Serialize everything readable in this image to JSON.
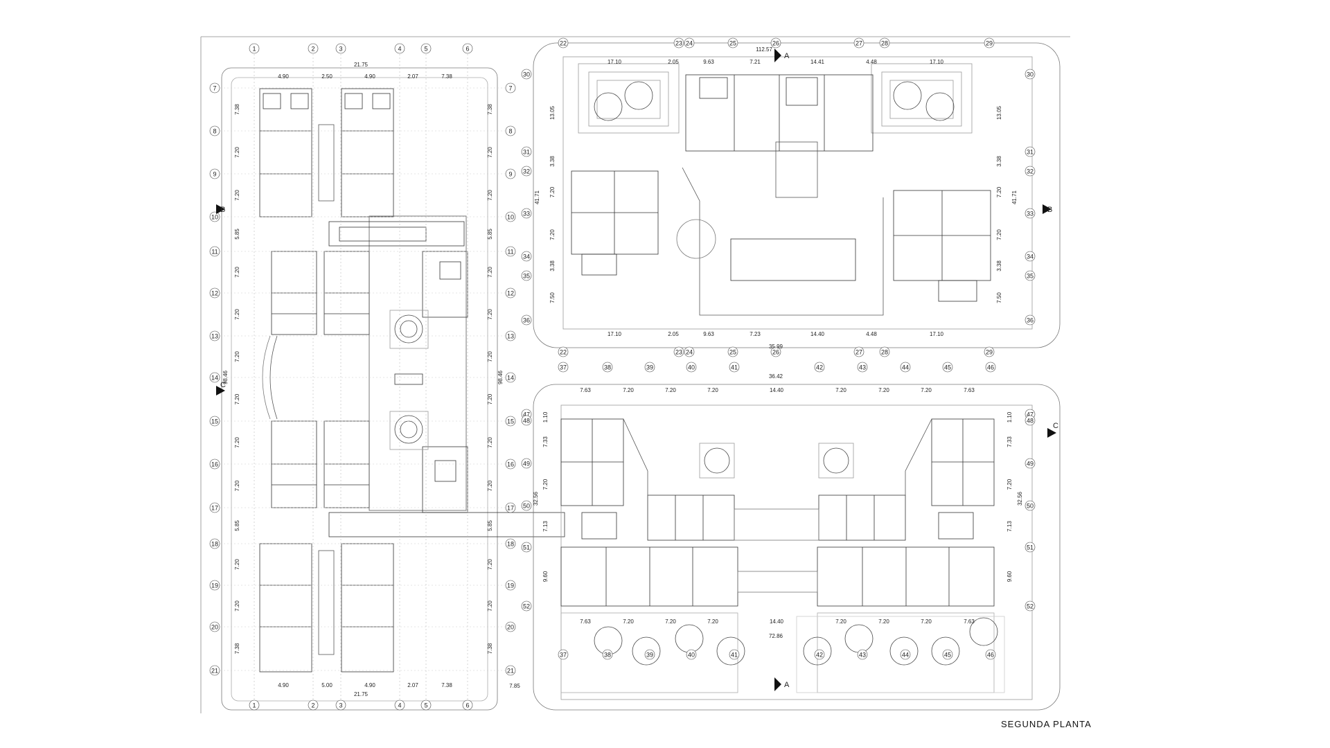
{
  "caption": "SEGUNDA PLANTA",
  "grid_left": {
    "cols": [
      "1",
      "2",
      "3",
      "4",
      "5",
      "6"
    ],
    "rows": [
      "7",
      "8",
      "9",
      "10",
      "11",
      "12",
      "13",
      "14",
      "15",
      "16",
      "17",
      "18",
      "19",
      "20",
      "21"
    ],
    "top_total": "21.75",
    "top_dims": [
      "4.90",
      "2.50",
      "4.90",
      "2.07",
      "7.38"
    ],
    "bottom_total": "21.75",
    "bottom_dims": [
      "4.90",
      "5.00",
      "4.90",
      "2.07",
      "7.38"
    ],
    "side_dims": [
      "7.38",
      "7.20",
      "7.20",
      "5.85",
      "7.20",
      "7.20",
      "7.20",
      "7.20",
      "7.20",
      "7.20",
      "5.85",
      "7.20",
      "7.20",
      "7.38"
    ],
    "overall": "98.46",
    "extra": "7.85"
  },
  "grid_top_right": {
    "cols": [
      "22",
      "23",
      "24",
      "25",
      "26",
      "27",
      "28",
      "29"
    ],
    "rows": [
      "30",
      "31",
      "32",
      "33",
      "34",
      "35",
      "36"
    ],
    "top_total": "112.57",
    "top_dims": [
      "17.10",
      "2.05",
      "9.63",
      "7.21",
      "14.41",
      "4.48",
      "17.10"
    ],
    "bottom_total": "35.99",
    "bottom_dims": [
      "17.10",
      "2.05",
      "9.63",
      "7.23",
      "14.40",
      "4.48",
      "17.10"
    ],
    "side_dims": [
      "13.05",
      "3.38",
      "7.20",
      "7.20",
      "3.38",
      "7.50"
    ],
    "overall": "41.71"
  },
  "grid_bottom_right": {
    "cols": [
      "37",
      "38",
      "39",
      "40",
      "41",
      "42",
      "43",
      "44",
      "45",
      "46"
    ],
    "rows": [
      "47",
      "48",
      "49",
      "50",
      "51",
      "52"
    ],
    "top_total": "36.42",
    "top_dims": [
      "7.63",
      "7.20",
      "7.20",
      "7.20",
      "14.40",
      "7.20",
      "7.20",
      "7.20",
      "7.63"
    ],
    "bottom_total": "72.86",
    "bottom_dims": [
      "7.63",
      "7.20",
      "7.20",
      "7.20",
      "14.40",
      "7.20",
      "7.20",
      "7.20",
      "7.63"
    ],
    "side_dims": [
      "1.10",
      "7.33",
      "7.20",
      "7.13",
      "9.60"
    ],
    "overall": "32.56"
  },
  "section_marks": [
    "A",
    "A",
    "B",
    "B",
    "C",
    "C"
  ]
}
